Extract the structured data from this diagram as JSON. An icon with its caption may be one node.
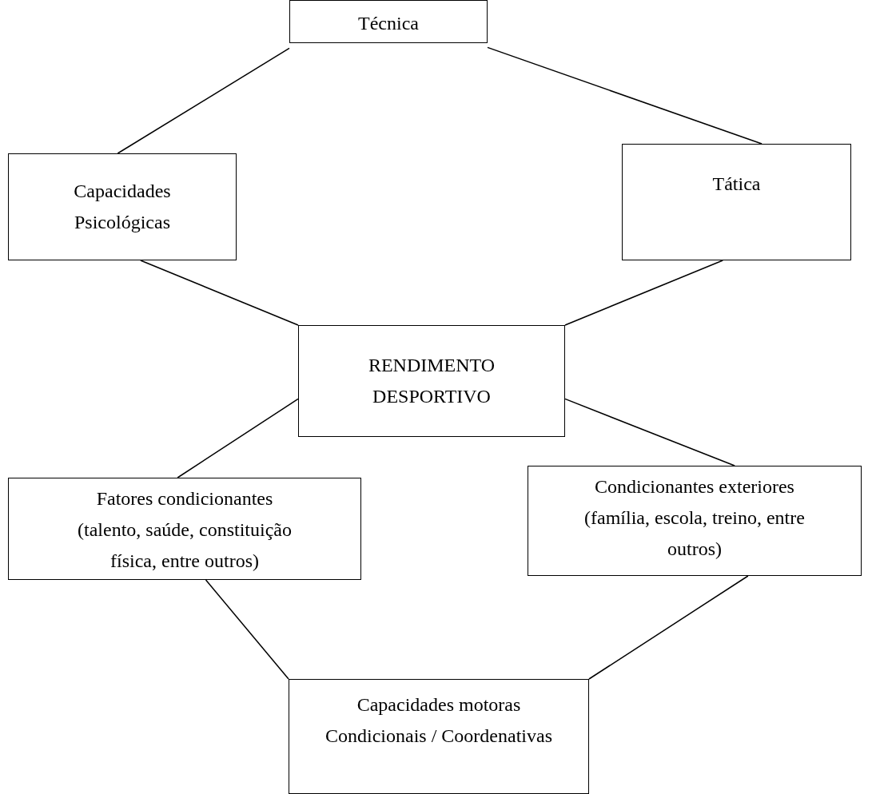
{
  "diagram": {
    "nodes": [
      {
        "text": [
          "Técnica"
        ]
      },
      {
        "text": [
          "Capacidades Psicológicas"
        ]
      },
      {
        "text": [
          "Tática"
        ]
      },
      {
        "text": [
          "RENDIMENTO DESPORTIVO"
        ]
      },
      {
        "text": [
          "Fatores condicionantes (talento, saúde, constituição física, entre outros)"
        ]
      },
      {
        "text": [
          "Condicionantes exteriores (família, escola, treino, entre outros)"
        ]
      },
      {
        "text": [
          "Capacidades motoras Condicionais / Coordenativas"
        ]
      }
    ],
    "edges": [
      {
        "from": 1,
        "to": 0,
        "arrow": "none"
      },
      {
        "from": 0,
        "to": 2,
        "arrow": "none"
      },
      {
        "from": 1,
        "to": 3,
        "arrow": "none"
      },
      {
        "from": 2,
        "to": 3,
        "arrow": "none"
      },
      {
        "from": 3,
        "to": 4,
        "arrow": "none"
      },
      {
        "from": 3,
        "to": 5,
        "arrow": "none"
      },
      {
        "from": 4,
        "to": 6,
        "arrow": "none"
      },
      {
        "from": 5,
        "to": 6,
        "arrow": "none"
      }
    ]
  }
}
